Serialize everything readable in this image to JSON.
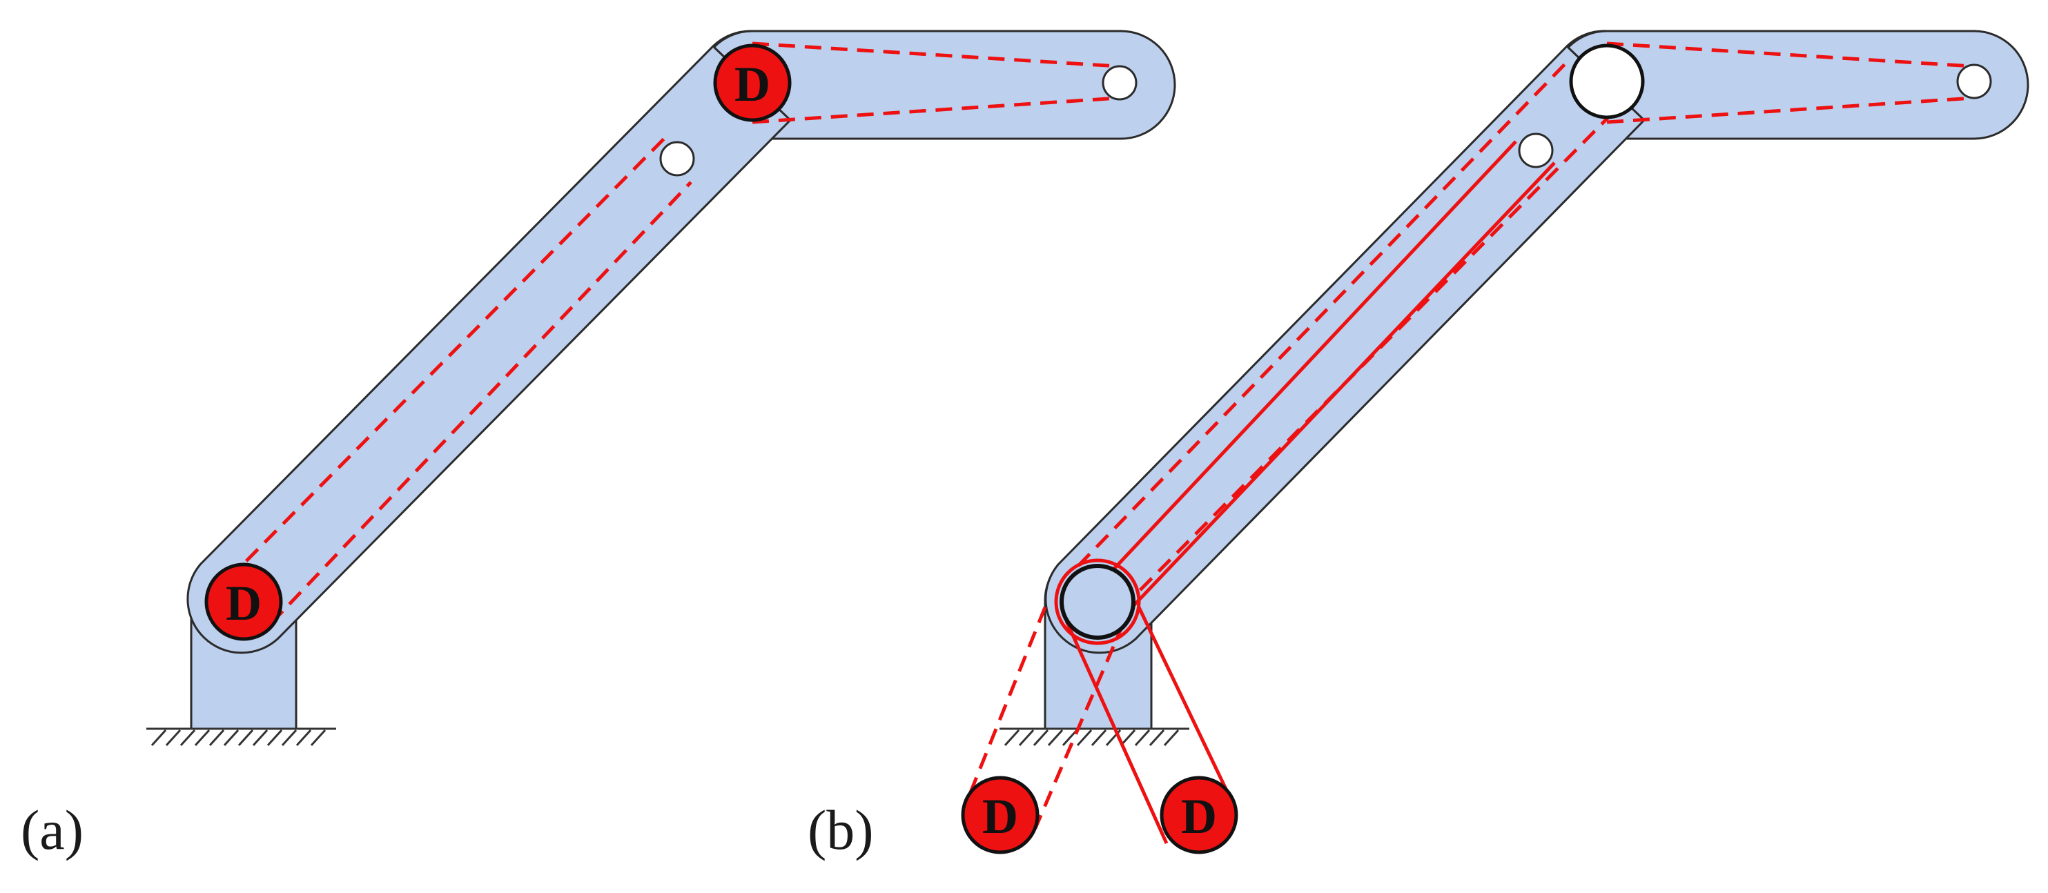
{
  "panels": [
    {
      "label": "(a)"
    },
    {
      "label": "(b)"
    }
  ],
  "motor_label": "D",
  "colors": {
    "link_fill": "#bdd0ee",
    "link_stroke": "#2b2b2b",
    "cable": "#ee1111",
    "motor_fill": "#ee1111",
    "ground": "#333333",
    "hole": "#ffffff"
  }
}
